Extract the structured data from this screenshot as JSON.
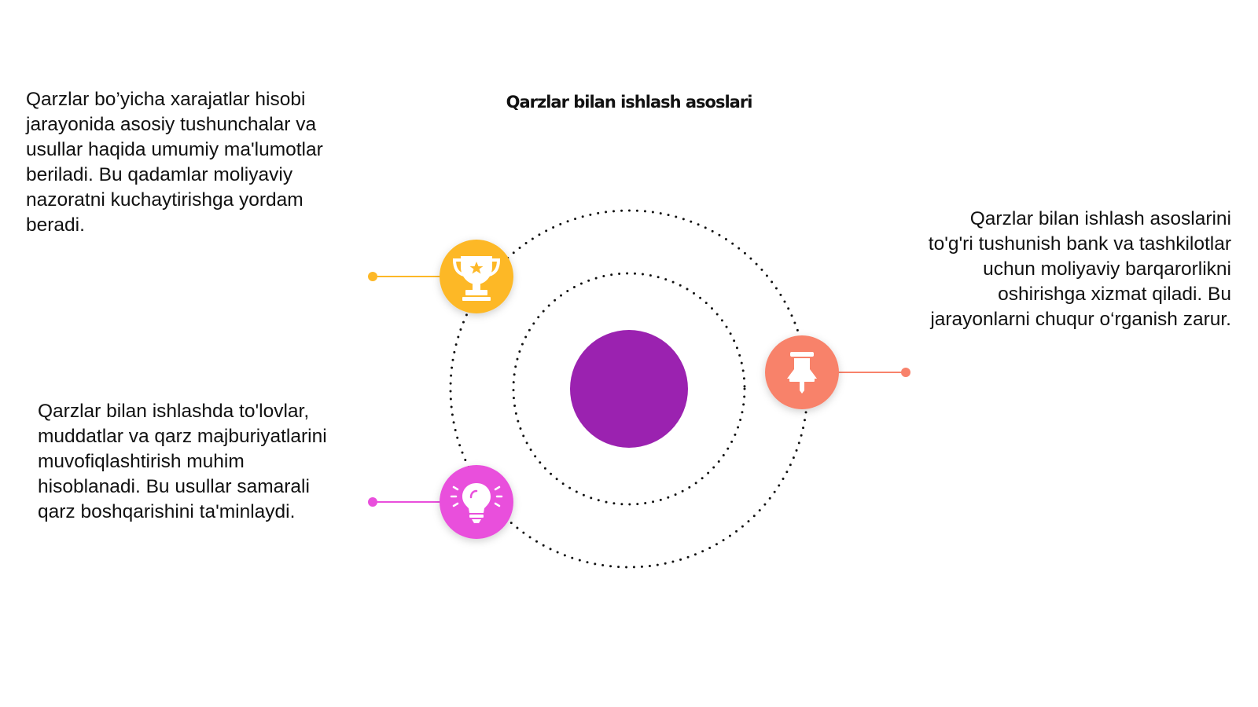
{
  "title": "Qarzlar bilan ishlash asoslari",
  "items": [
    {
      "id": "trophy",
      "icon": "trophy-icon",
      "color": "#FDB827",
      "text": "Qarzlar bo’yicha xarajatlar hisobi jarayonida asosiy tushunchalar va usullar haqida umumiy ma'lumotlar beriladi. Bu qadamlar moliyaviy nazoratni kuchaytirishga yordam beradi."
    },
    {
      "id": "lightbulb",
      "icon": "lightbulb-icon",
      "color": "#E94FDC",
      "text": "Qarzlar bilan ishlashda to'lovlar, muddatlar va qarz majburiyatlarini muvofiqlashtirish muhim hisoblanadi. Bu usullar samarali qarz boshqarishini ta'minlaydi."
    },
    {
      "id": "pin",
      "icon": "pushpin-icon",
      "color": "#F8826B",
      "text": "Qarzlar bilan ishlash asoslarini to'g'ri tushunish bank va tashkilotlar uchun moliyaviy barqarorlikni oshirishga xizmat qiladi. Bu jarayonlarni chuqur o‘rganish zarur."
    }
  ],
  "center": {
    "color": "#9B22B0"
  }
}
